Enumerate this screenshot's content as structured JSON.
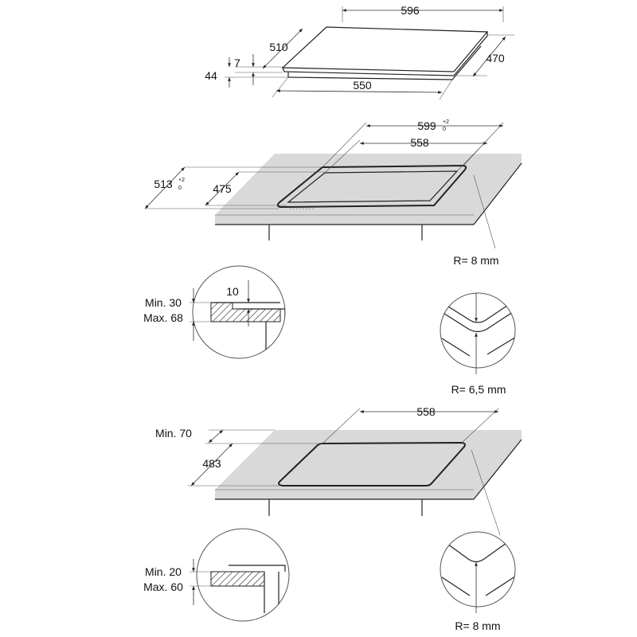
{
  "hob": {
    "width": "596",
    "depth": "510",
    "thickness": "7",
    "total_height": "44",
    "body_depth": "470",
    "body_width": "550"
  },
  "flush_install": {
    "cut_width": "599",
    "cut_width_tol_top": "+2",
    "cut_width_tol_bottom": "0",
    "inner_width": "558",
    "cut_depth": "513",
    "cut_depth_tol_top": "+2",
    "cut_depth_tol_bottom": "0",
    "inner_depth": "475",
    "radius_outer": "R= 8 mm",
    "radius_inner": "R= 6,5 mm",
    "detail_step": "10",
    "worktop_min": "Min. 30",
    "worktop_max": "Max. 68"
  },
  "standard_install": {
    "cut_width": "558",
    "min_distance": "Min. 70",
    "cut_depth": "483",
    "radius": "R= 8 mm",
    "worktop_min": "Min. 20",
    "worktop_max": "Max. 60"
  },
  "colors": {
    "worktop": "#d9d9d9",
    "line": "#222222"
  }
}
